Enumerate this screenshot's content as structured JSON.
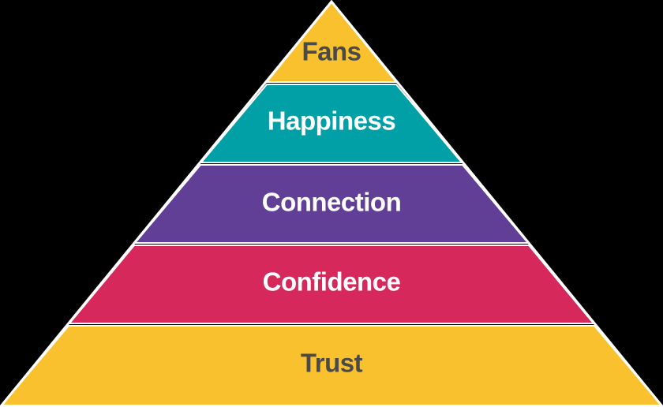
{
  "pyramid": {
    "tiers": [
      {
        "label": "Fans",
        "fill": "#F9C12E",
        "text_color": "#4A4A4A"
      },
      {
        "label": "Happiness",
        "fill": "#00A0A6",
        "text_color": "#FFFFFF"
      },
      {
        "label": "Connection",
        "fill": "#613F97",
        "text_color": "#FFFFFF"
      },
      {
        "label": "Confidence",
        "fill": "#D7285C",
        "text_color": "#FFFFFF"
      },
      {
        "label": "Trust",
        "fill": "#F9C12E",
        "text_color": "#4A4A4A"
      }
    ],
    "outline_color": "#FFFFFF",
    "background": "#000000"
  }
}
